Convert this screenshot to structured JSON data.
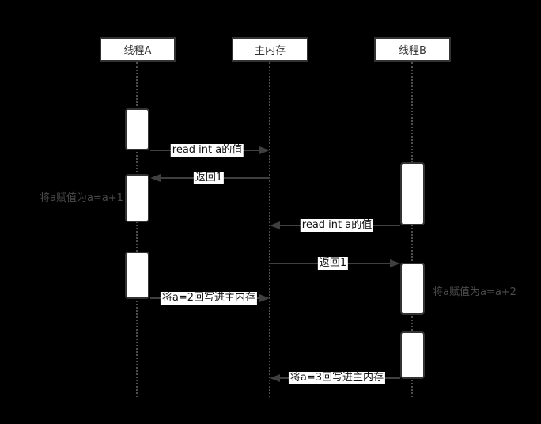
{
  "diagram": {
    "type": "sequence-diagram",
    "participants": [
      {
        "id": "thread-a",
        "label": "线程A"
      },
      {
        "id": "main-memory",
        "label": "主内存"
      },
      {
        "id": "thread-b",
        "label": "线程B"
      }
    ],
    "messages": [
      {
        "from": "线程A",
        "to": "主内存",
        "label": "read int a的值"
      },
      {
        "from": "主内存",
        "to": "线程A",
        "label": "返回1"
      },
      {
        "from": "线程B",
        "to": "主内存",
        "label": "read int a的值"
      },
      {
        "from": "主内存",
        "to": "线程B",
        "label": "返回1"
      },
      {
        "from": "线程A",
        "to": "主内存",
        "label": "将a=2回写进主内存"
      },
      {
        "from": "线程B",
        "to": "主内存",
        "label": "将a=3回写进主内存"
      }
    ],
    "annotations": [
      {
        "target": "线程A",
        "label": "将a赋值为a=a+1"
      },
      {
        "target": "线程B",
        "label": "将a赋值为a=a+2"
      }
    ],
    "colors": {
      "background": "#000000",
      "shape_fill": "#ffffff",
      "shape_border": "#333333",
      "message_line": "#3f3f3f",
      "lifeline": "#4e4e4e",
      "annotation_text": "#4a4a4a",
      "label_text": "#111111"
    }
  }
}
